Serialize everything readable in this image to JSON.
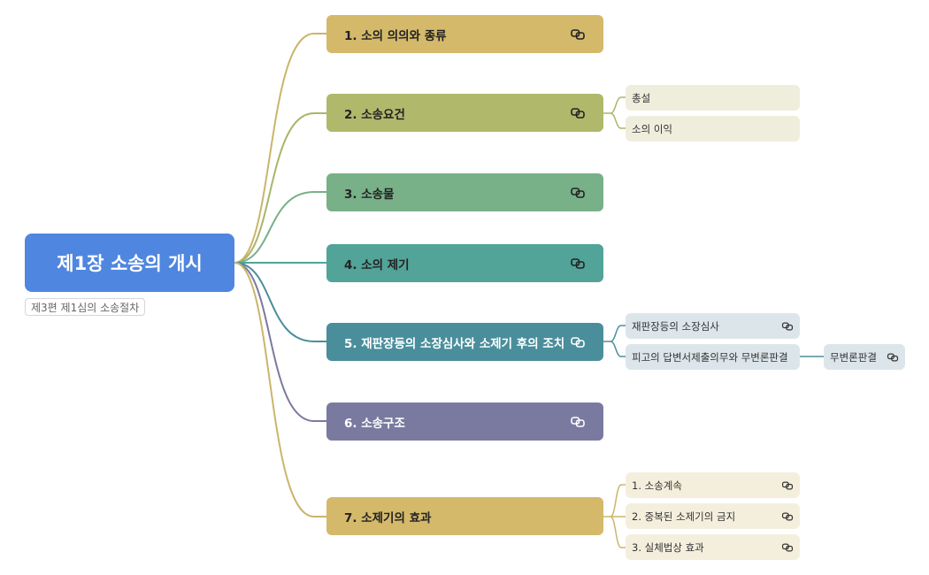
{
  "root": {
    "title": "제1장 소송의 개시",
    "subtitle": "제3편 제1심의 소송절차"
  },
  "topics": [
    {
      "label": "1. 소의 의의와 종류",
      "color": "#d4b96b",
      "text_color": "#222222",
      "icon": "link-icon"
    },
    {
      "label": "2. 소송요건",
      "color": "#b0b86c",
      "text_color": "#222222",
      "icon": "link-icon"
    },
    {
      "label": "3. 소송물",
      "color": "#78b088",
      "text_color": "#222222",
      "icon": "link-icon"
    },
    {
      "label": "4. 소의 제기",
      "color": "#52a398",
      "text_color": "#222222",
      "icon": "link-icon"
    },
    {
      "label": "5. 재판장등의 소장심사와 소제기 후의 조치",
      "color": "#4a8e9b",
      "text_color": "#ffffff",
      "icon": "link-icon"
    },
    {
      "label": "6. 소송구조",
      "color": "#7a7aa0",
      "text_color": "#ffffff",
      "icon": "link-icon"
    },
    {
      "label": "7. 소제기의 효과",
      "color": "#d4b96b",
      "text_color": "#222222",
      "icon": "none"
    }
  ],
  "subtopics": {
    "t2": [
      {
        "label": "총설"
      },
      {
        "label": "소의 이익"
      }
    ],
    "t5": [
      {
        "label": "재판장등의 소장심사",
        "icon": "link-icon"
      },
      {
        "label": "피고의 답변서제출의무와 무변론판결",
        "icon": "none"
      }
    ],
    "t5_child": {
      "label": "무변론판결",
      "icon": "link-icon"
    },
    "t7": [
      {
        "label": "1. 소송계속",
        "icon": "link-icon"
      },
      {
        "label": "2. 중복된 소제기의 금지",
        "icon": "link-icon"
      },
      {
        "label": "3. 실체법상 효과",
        "icon": "link-icon"
      }
    ]
  },
  "colors": {
    "sub_t2_bg": "#efeedd",
    "sub_t5_bg": "#dce6ea",
    "sub_t7_bg": "#f4efdd",
    "line_gold": "#cbb56a",
    "line_olive": "#a9b56a",
    "line_green": "#78b088",
    "line_teal": "#52a398",
    "line_blue": "#4a8e9b",
    "line_purple": "#7a7aa0"
  }
}
